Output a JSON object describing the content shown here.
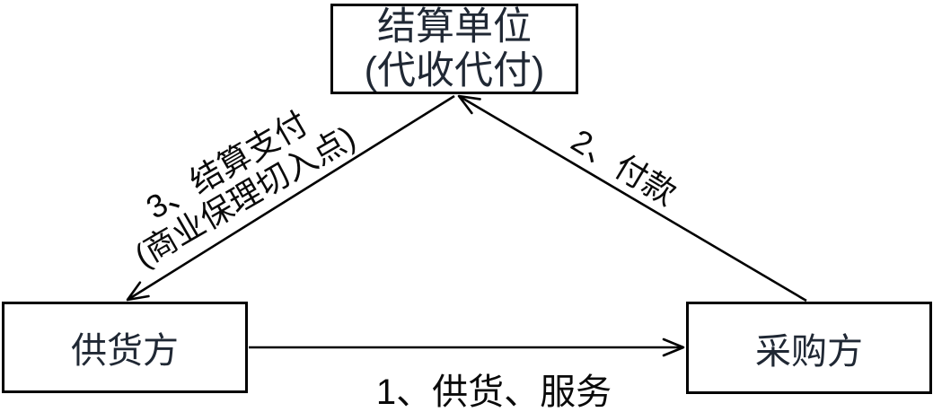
{
  "diagram": {
    "nodes": {
      "settlement": {
        "line1": "结算单位",
        "line2": "(代收代付)"
      },
      "supplier": {
        "label": "供货方"
      },
      "purchaser": {
        "label": "采购方"
      }
    },
    "edges": {
      "supply": {
        "label": "1、供货、服务",
        "from": "supplier",
        "to": "purchaser",
        "direction": "left-to-right"
      },
      "payment": {
        "label": "2、付款",
        "from": "purchaser",
        "to": "settlement",
        "direction": "up-left"
      },
      "settlement_payment": {
        "label_line1": "3、结算支付",
        "label_line2": "(商业保理切入点)",
        "from": "settlement",
        "to": "supplier",
        "direction": "down-left"
      }
    },
    "colors": {
      "background": "#ffffff",
      "line": "#000000",
      "box_border": "#000000",
      "box_text": "#202834",
      "label_text": "#0a0a0a"
    }
  }
}
